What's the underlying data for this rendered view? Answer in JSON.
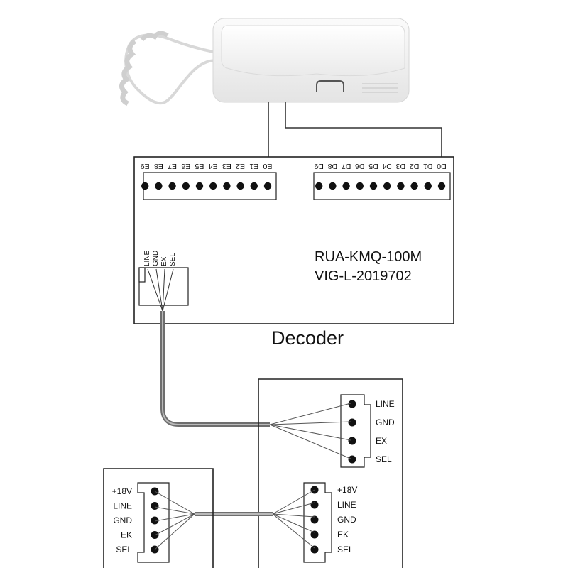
{
  "decoder": {
    "caption": "Decoder",
    "model_line1": "RUA-KMQ-100M",
    "model_line2": "VIG-L-2019702",
    "e_terminals": [
      "E0",
      "E1",
      "E2",
      "E3",
      "E4",
      "E5",
      "E6",
      "E7",
      "E8",
      "E9"
    ],
    "d_terminals": [
      "D0",
      "D1",
      "D2",
      "D3",
      "D4",
      "D5",
      "D6",
      "D7",
      "D8",
      "D9"
    ],
    "connector_pins": [
      "LINE",
      "GND",
      "EX",
      "SEL"
    ]
  },
  "right_unit": {
    "top_connector_pins": [
      "LINE",
      "GND",
      "EX",
      "SEL"
    ],
    "bottom_connector_pins": [
      "+18V",
      "LINE",
      "GND",
      "EK",
      "SEL"
    ]
  },
  "left_unit": {
    "connector_pins": [
      "+18V",
      "LINE",
      "GND",
      "EK",
      "SEL"
    ]
  },
  "colors": {
    "line": "#222222",
    "cable": "#6e6e6e",
    "handset": "#f2f2f2"
  }
}
